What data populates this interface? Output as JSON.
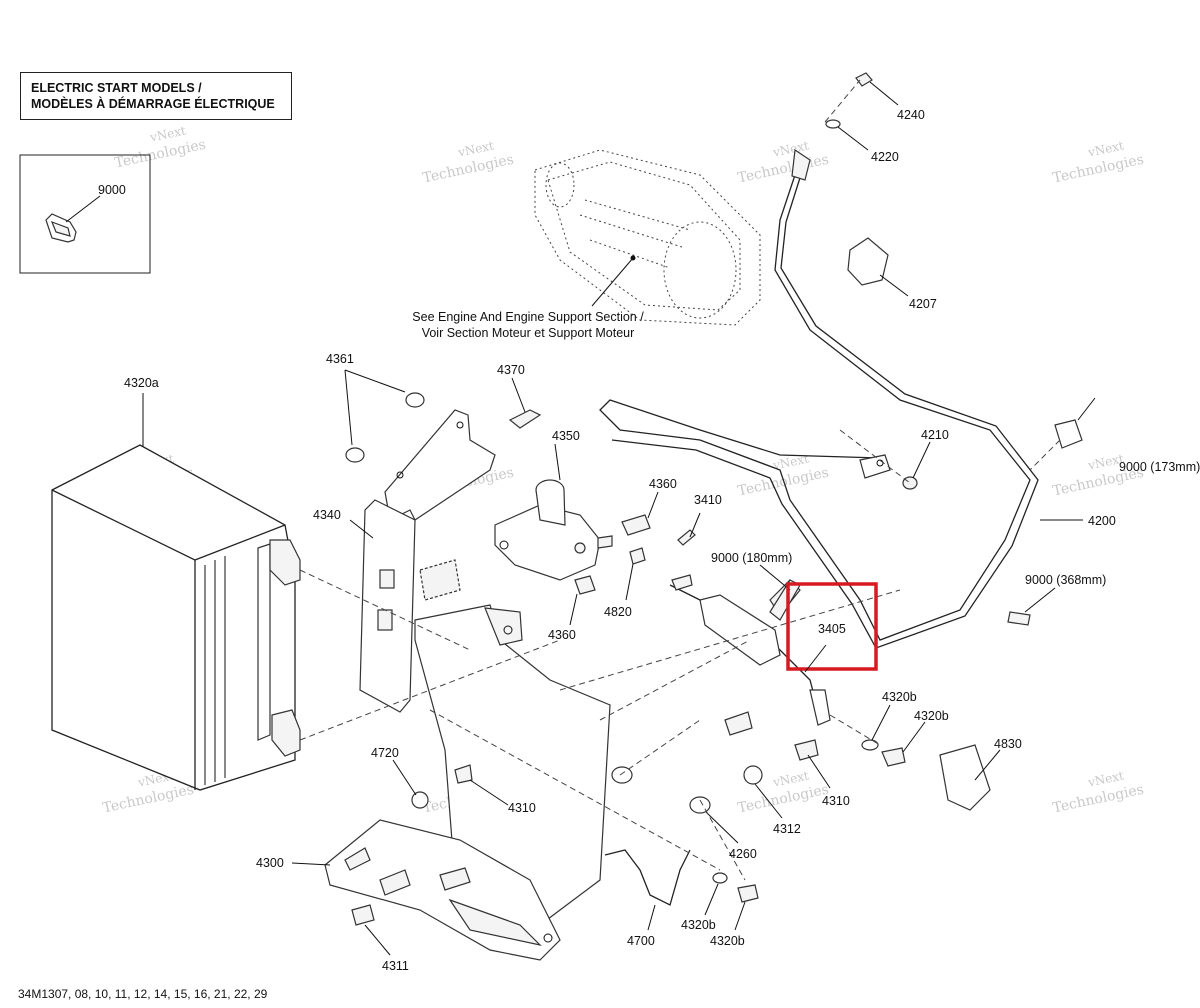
{
  "title": {
    "line1": "ELECTRIC START MODELS /",
    "line2": "MODÈLES À DÉMARRAGE ÉLECTRIQUE"
  },
  "note": {
    "line1": "See Engine And Engine Support Section /",
    "line2": "Voir Section Moteur et Support Moteur"
  },
  "watermark": {
    "line1": "vNext",
    "line2": "Technologies"
  },
  "highlight": {
    "label": "3405",
    "color": "#d71920"
  },
  "footer": "34M1307, 08, 10, 11, 12, 14, 15, 16, 21, 22, 29",
  "callouts": {
    "c9000_inset": "9000",
    "c4240": "4240",
    "c4220": "4220",
    "c4207": "4207",
    "c4361": "4361",
    "c4370": "4370",
    "c4320a": "4320a",
    "c4350": "4350",
    "c4210": "4210",
    "c9000_173": "9000 (173mm)",
    "c4340": "4340",
    "c4360a": "4360",
    "c3410": "3410",
    "c4200": "4200",
    "c9000_180": "9000 (180mm)",
    "c9000_368": "9000 (368mm)",
    "c4820": "4820",
    "c4360b": "4360",
    "c4320b_a": "4320b",
    "c4320b_b": "4320b",
    "c4830": "4830",
    "c4720": "4720",
    "c4310a": "4310",
    "c4310b": "4310",
    "c4312": "4312",
    "c4300": "4300",
    "c4260": "4260",
    "c4700": "4700",
    "c4320b_c": "4320b",
    "c4320b_d": "4320b",
    "c4311": "4311"
  }
}
